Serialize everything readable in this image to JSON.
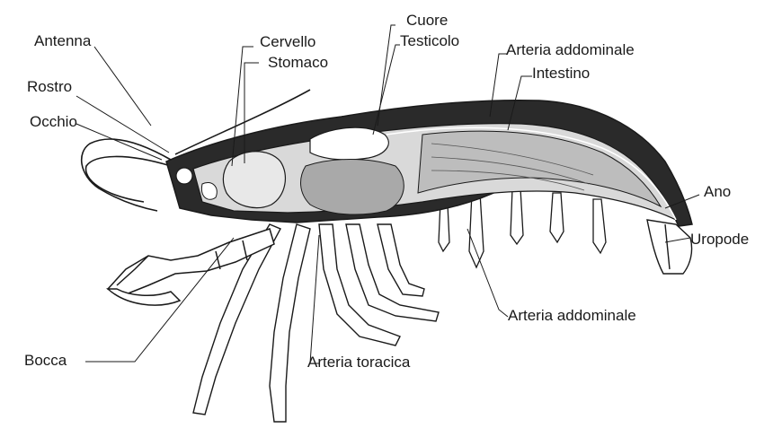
{
  "labels": {
    "antenna": "Antenna",
    "rostro": "Rostro",
    "occhio": "Occhio",
    "cervello": "Cervello",
    "stomaco": "Stomaco",
    "cuore": "Cuore",
    "testicolo": "Testicolo",
    "arteria_addominale_top": "Arteria addominale",
    "intestino": "Intestino",
    "ano": "Ano",
    "uropode": "Uropode",
    "arteria_addominale_bottom": "Arteria addominale",
    "arteria_toracica": "Arteria toracica",
    "bocca": "Bocca"
  },
  "colors": {
    "ink": "#1a1a1a",
    "shell_fill": "#2a2a2a",
    "organ_fill": "#d9d9d9",
    "muscle_fill": "#bdbdbd",
    "background": "#ffffff"
  }
}
